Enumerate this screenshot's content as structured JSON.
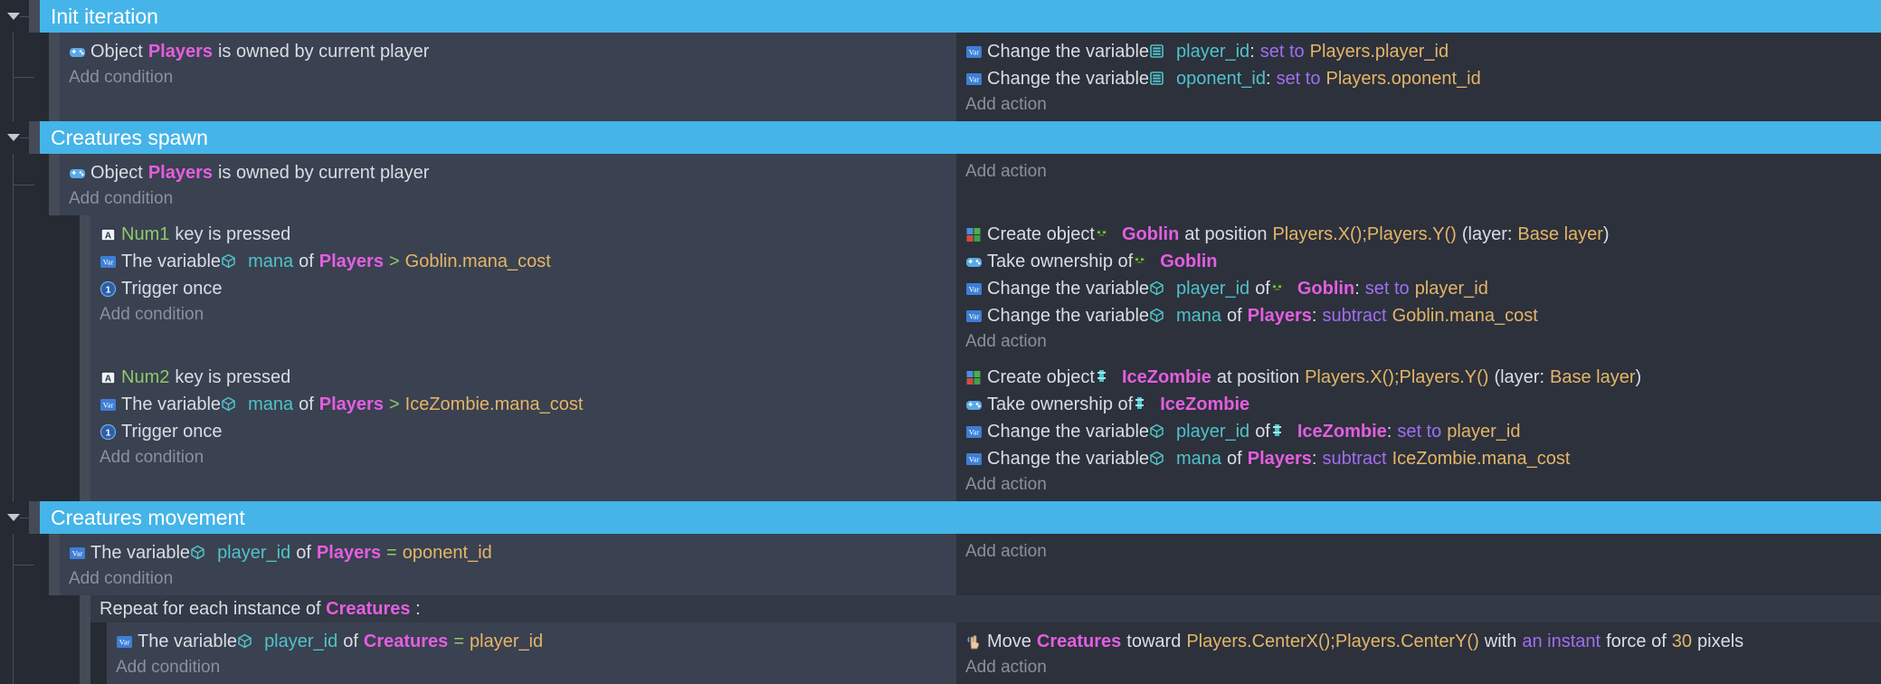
{
  "editor": {
    "name": "gdevelop-events-sheet",
    "add_condition_label": "Add condition",
    "add_action_label": "Add action"
  },
  "colors": {
    "group_header": "#45b4e8",
    "condition_pane": "#3a4150",
    "action_pane": "#2c313c",
    "background": "#252a33",
    "object_token": "#e45ee0",
    "variable_token": "#4fc3c8",
    "expression_token": "#e5b567",
    "operator_token": "#a06ef0",
    "comparison_token": "#8fc96a",
    "muted_text": "#8a919d"
  },
  "groups": [
    {
      "title": "Init iteration",
      "events": [
        {
          "conditions": [
            {
              "icon": "multiplayer-gamepad-icon",
              "tokens": [
                {
                  "t": "Object",
                  "c": "plain"
                },
                {
                  "t": "Players",
                  "c": "obj"
                },
                {
                  "t": "is owned by current player",
                  "c": "plain"
                }
              ]
            }
          ],
          "actions": [
            {
              "icon": "variable-icon",
              "tokens": [
                {
                  "t": "Change the variable",
                  "c": "plain"
                },
                {
                  "t": "ICON:scene-variable-icon",
                  "c": "icon"
                },
                {
                  "t": "player_id",
                  "c": "var"
                },
                {
                  "t": ":",
                  "c": "plain-tight"
                },
                {
                  "t": "set to",
                  "c": "op"
                },
                {
                  "t": "Players.player_id",
                  "c": "expr"
                }
              ]
            },
            {
              "icon": "variable-icon",
              "tokens": [
                {
                  "t": "Change the variable",
                  "c": "plain"
                },
                {
                  "t": "ICON:scene-variable-icon",
                  "c": "icon"
                },
                {
                  "t": "oponent_id",
                  "c": "var"
                },
                {
                  "t": ":",
                  "c": "plain-tight"
                },
                {
                  "t": "set to",
                  "c": "op"
                },
                {
                  "t": "Players.oponent_id",
                  "c": "expr"
                }
              ]
            }
          ]
        }
      ]
    },
    {
      "title": "Creatures spawn",
      "events": [
        {
          "conditions": [
            {
              "icon": "multiplayer-gamepad-icon",
              "tokens": [
                {
                  "t": "Object",
                  "c": "plain"
                },
                {
                  "t": "Players",
                  "c": "obj"
                },
                {
                  "t": "is owned by current player",
                  "c": "plain"
                }
              ]
            }
          ],
          "actions": []
        },
        {
          "conditions": [
            {
              "icon": "keyboard-key-icon",
              "tokens": [
                {
                  "t": "Num1",
                  "c": "key"
                },
                {
                  "t": "key is pressed",
                  "c": "plain"
                }
              ]
            },
            {
              "icon": "variable-icon",
              "tokens": [
                {
                  "t": "The variable",
                  "c": "plain"
                },
                {
                  "t": "ICON:object-variable-icon",
                  "c": "icon"
                },
                {
                  "t": "mana",
                  "c": "var"
                },
                {
                  "t": "of",
                  "c": "plain"
                },
                {
                  "t": "Players",
                  "c": "obj"
                },
                {
                  "t": ">",
                  "c": "cmp"
                },
                {
                  "t": "Goblin.mana_cost",
                  "c": "expr"
                }
              ]
            },
            {
              "icon": "trigger-once-icon",
              "tokens": [
                {
                  "t": "Trigger once",
                  "c": "plain"
                }
              ]
            }
          ],
          "actions": [
            {
              "icon": "create-object-icon",
              "tokens": [
                {
                  "t": "Create object",
                  "c": "plain"
                },
                {
                  "t": "ICON:goblin-thumbnail-icon",
                  "c": "icon"
                },
                {
                  "t": "Goblin",
                  "c": "obj"
                },
                {
                  "t": "at position",
                  "c": "plain"
                },
                {
                  "t": "Players.X();Players.Y()",
                  "c": "expr"
                },
                {
                  "t": "(layer:",
                  "c": "plain"
                },
                {
                  "t": "Base layer",
                  "c": "expr"
                },
                {
                  "t": ")",
                  "c": "plain-tight"
                }
              ]
            },
            {
              "icon": "multiplayer-gamepad-icon",
              "tokens": [
                {
                  "t": "Take ownership of",
                  "c": "plain"
                },
                {
                  "t": "ICON:goblin-thumbnail-icon",
                  "c": "icon"
                },
                {
                  "t": "Goblin",
                  "c": "obj"
                }
              ]
            },
            {
              "icon": "variable-icon",
              "tokens": [
                {
                  "t": "Change the variable",
                  "c": "plain"
                },
                {
                  "t": "ICON:object-variable-icon",
                  "c": "icon"
                },
                {
                  "t": "player_id",
                  "c": "var"
                },
                {
                  "t": "of",
                  "c": "plain"
                },
                {
                  "t": "ICON:goblin-thumbnail-icon",
                  "c": "icon"
                },
                {
                  "t": "Goblin",
                  "c": "obj"
                },
                {
                  "t": ":",
                  "c": "plain-tight"
                },
                {
                  "t": "set to",
                  "c": "op"
                },
                {
                  "t": "player_id",
                  "c": "expr"
                }
              ]
            },
            {
              "icon": "variable-icon",
              "tokens": [
                {
                  "t": "Change the variable",
                  "c": "plain"
                },
                {
                  "t": "ICON:object-variable-icon",
                  "c": "icon"
                },
                {
                  "t": "mana",
                  "c": "var"
                },
                {
                  "t": "of",
                  "c": "plain"
                },
                {
                  "t": "Players",
                  "c": "obj"
                },
                {
                  "t": ":",
                  "c": "plain-tight"
                },
                {
                  "t": "subtract",
                  "c": "op"
                },
                {
                  "t": "Goblin.mana_cost",
                  "c": "expr"
                }
              ]
            }
          ]
        },
        {
          "conditions": [
            {
              "icon": "keyboard-key-icon",
              "tokens": [
                {
                  "t": "Num2",
                  "c": "key"
                },
                {
                  "t": "key is pressed",
                  "c": "plain"
                }
              ]
            },
            {
              "icon": "variable-icon",
              "tokens": [
                {
                  "t": "The variable",
                  "c": "plain"
                },
                {
                  "t": "ICON:object-variable-icon",
                  "c": "icon"
                },
                {
                  "t": "mana",
                  "c": "var"
                },
                {
                  "t": "of",
                  "c": "plain"
                },
                {
                  "t": "Players",
                  "c": "obj"
                },
                {
                  "t": ">",
                  "c": "cmp"
                },
                {
                  "t": "IceZombie.mana_cost",
                  "c": "expr"
                }
              ]
            },
            {
              "icon": "trigger-once-icon",
              "tokens": [
                {
                  "t": "Trigger once",
                  "c": "plain"
                }
              ]
            }
          ],
          "actions": [
            {
              "icon": "create-object-icon",
              "tokens": [
                {
                  "t": "Create object",
                  "c": "plain"
                },
                {
                  "t": "ICON:icezombie-thumbnail-icon",
                  "c": "icon"
                },
                {
                  "t": "IceZombie",
                  "c": "obj"
                },
                {
                  "t": "at position",
                  "c": "plain"
                },
                {
                  "t": "Players.X();Players.Y()",
                  "c": "expr"
                },
                {
                  "t": "(layer:",
                  "c": "plain"
                },
                {
                  "t": "Base layer",
                  "c": "expr"
                },
                {
                  "t": ")",
                  "c": "plain-tight"
                }
              ]
            },
            {
              "icon": "multiplayer-gamepad-icon",
              "tokens": [
                {
                  "t": "Take ownership of",
                  "c": "plain"
                },
                {
                  "t": "ICON:icezombie-thumbnail-icon",
                  "c": "icon"
                },
                {
                  "t": "IceZombie",
                  "c": "obj"
                }
              ]
            },
            {
              "icon": "variable-icon",
              "tokens": [
                {
                  "t": "Change the variable",
                  "c": "plain"
                },
                {
                  "t": "ICON:object-variable-icon",
                  "c": "icon"
                },
                {
                  "t": "player_id",
                  "c": "var"
                },
                {
                  "t": "of",
                  "c": "plain"
                },
                {
                  "t": "ICON:icezombie-thumbnail-icon",
                  "c": "icon"
                },
                {
                  "t": "IceZombie",
                  "c": "obj"
                },
                {
                  "t": ":",
                  "c": "plain-tight"
                },
                {
                  "t": "set to",
                  "c": "op"
                },
                {
                  "t": "player_id",
                  "c": "expr"
                }
              ]
            },
            {
              "icon": "variable-icon",
              "tokens": [
                {
                  "t": "Change the variable",
                  "c": "plain"
                },
                {
                  "t": "ICON:object-variable-icon",
                  "c": "icon"
                },
                {
                  "t": "mana",
                  "c": "var"
                },
                {
                  "t": "of",
                  "c": "plain"
                },
                {
                  "t": "Players",
                  "c": "obj"
                },
                {
                  "t": ":",
                  "c": "plain-tight"
                },
                {
                  "t": "subtract",
                  "c": "op"
                },
                {
                  "t": "IceZombie.mana_cost",
                  "c": "expr"
                }
              ]
            }
          ]
        }
      ]
    },
    {
      "title": "Creatures movement",
      "events": [
        {
          "conditions": [
            {
              "icon": "variable-icon",
              "tokens": [
                {
                  "t": "The variable",
                  "c": "plain"
                },
                {
                  "t": "ICON:object-variable-icon",
                  "c": "icon"
                },
                {
                  "t": "player_id",
                  "c": "var"
                },
                {
                  "t": "of",
                  "c": "plain"
                },
                {
                  "t": "Players",
                  "c": "obj"
                },
                {
                  "t": "=",
                  "c": "cmp"
                },
                {
                  "t": "oponent_id",
                  "c": "expr"
                }
              ]
            }
          ],
          "actions": []
        }
      ],
      "repeat": {
        "label_prefix": "Repeat for each instance of",
        "object": "Creatures",
        "label_suffix": ":",
        "conditions": [
          {
            "icon": "variable-icon",
            "tokens": [
              {
                "t": "The variable",
                "c": "plain"
              },
              {
                "t": "ICON:object-variable-icon",
                "c": "icon"
              },
              {
                "t": "player_id",
                "c": "var"
              },
              {
                "t": "of",
                "c": "plain"
              },
              {
                "t": "Creatures",
                "c": "obj"
              },
              {
                "t": "=",
                "c": "cmp"
              },
              {
                "t": "player_id",
                "c": "expr"
              }
            ]
          }
        ],
        "actions": [
          {
            "icon": "force-hand-icon",
            "tokens": [
              {
                "t": "Move",
                "c": "plain"
              },
              {
                "t": "Creatures",
                "c": "obj"
              },
              {
                "t": "toward",
                "c": "plain"
              },
              {
                "t": "Players.CenterX();Players.CenterY()",
                "c": "expr"
              },
              {
                "t": "with",
                "c": "plain"
              },
              {
                "t": "an instant",
                "c": "op"
              },
              {
                "t": "force of",
                "c": "plain"
              },
              {
                "t": "30",
                "c": "expr"
              },
              {
                "t": "pixels",
                "c": "plain"
              }
            ]
          }
        ]
      }
    }
  ]
}
